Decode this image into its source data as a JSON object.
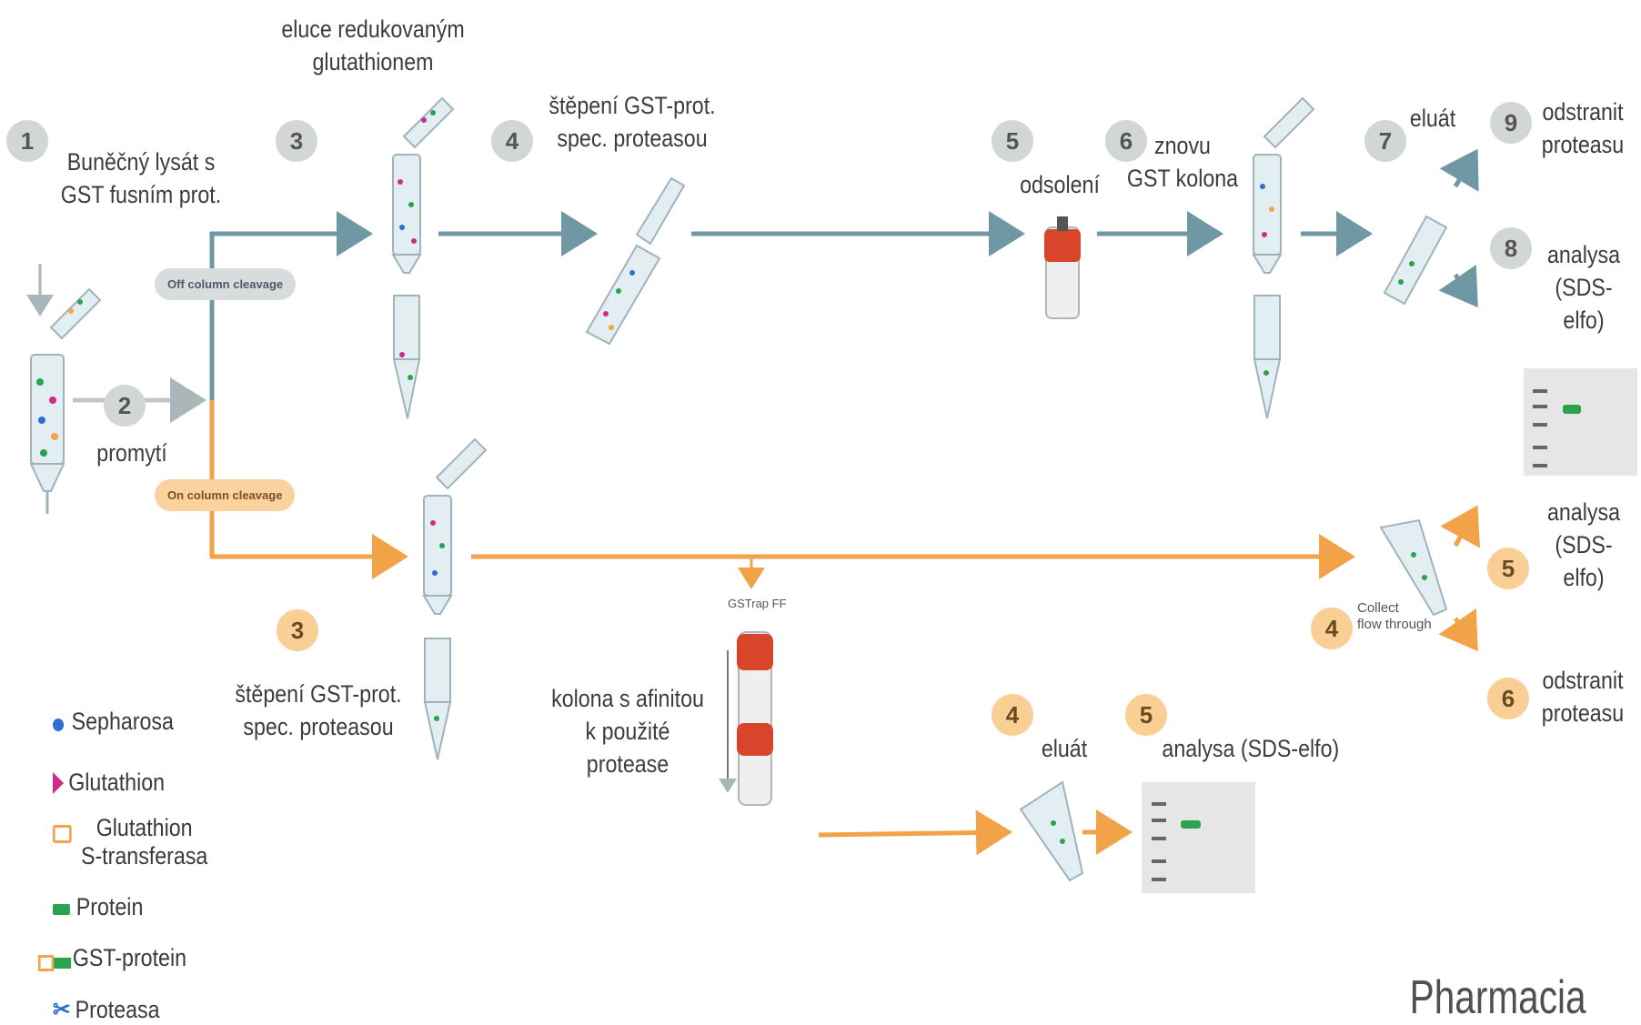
{
  "steps": {
    "s1": {
      "num": "1",
      "label": "Buněčný lysát s\nGST fusním prot."
    },
    "s2": {
      "num": "2",
      "label": "promytí"
    },
    "s3_top": {
      "num": "3",
      "label": "eluce redukovaným\nglutathionem"
    },
    "s4_top": {
      "num": "4",
      "label": "štěpení GST-prot.\nspec. proteasou"
    },
    "s5_top": {
      "num": "5",
      "label": "odsolení"
    },
    "s6_top": {
      "num": "6",
      "label": "znovu\nGST kolona"
    },
    "s7_top": {
      "num": "7",
      "label": "eluát"
    },
    "s8_top": {
      "num": "8",
      "label": "analysa\n(SDS-elfo)"
    },
    "s9_top": {
      "num": "9",
      "label": "odstranit\nproteasu"
    },
    "s3_bot": {
      "num": "3",
      "label": "štěpení GST-prot.\nspec. proteasou"
    },
    "affinity": {
      "label": "kolona s afinitou\nk použité protease",
      "column_tag": "GSTrap FF"
    },
    "s4_bot_mid": {
      "num": "4",
      "label": "eluát"
    },
    "s5_bot_mid": {
      "num": "5",
      "label": "analysa (SDS-elfo)"
    },
    "s4_bot_right": {
      "num": "4",
      "label": "Collect\nflow through"
    },
    "s5_bot_right": {
      "num": "5",
      "label": "analysa\n(SDS-elfo)"
    },
    "s6_bot_right": {
      "num": "6",
      "label": "odstranit\nproteasu"
    }
  },
  "branches": {
    "off": "Off column cleavage",
    "on": "On column cleavage"
  },
  "legend": [
    {
      "icon": "sepharose-bead-icon",
      "label": "Sepharosa"
    },
    {
      "icon": "glutathione-icon",
      "label": "Glutathion"
    },
    {
      "icon": "gst-icon",
      "label": "Glutathion\nS-transferasa"
    },
    {
      "icon": "protein-icon",
      "label": "Protein"
    },
    {
      "icon": "gst-protein-icon",
      "label": "GST-protein"
    },
    {
      "icon": "protease-icon",
      "label": "Proteasa"
    }
  ],
  "credit": "Pharmacia",
  "colors": {
    "off_path": "#6f98a4",
    "on_path": "#f2a247",
    "step_gray": "#d2d6d6",
    "step_orange": "#f9cf95",
    "column_cap": "#d9452a",
    "gel_bg": "#e6e6e6",
    "protein": "#2aa24e",
    "glutathione": "#d02a8a",
    "sepharose": "#2f6fd0"
  }
}
